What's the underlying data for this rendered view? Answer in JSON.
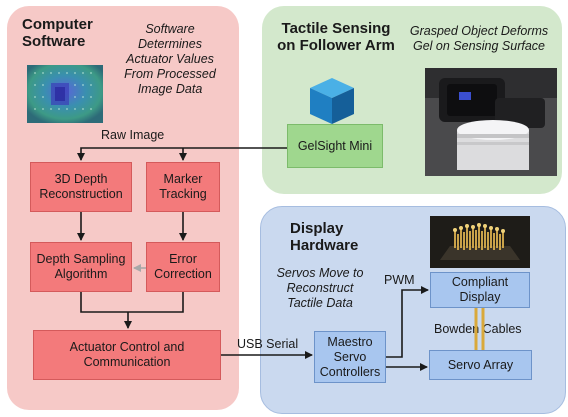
{
  "software": {
    "title_line1": "Computer",
    "title_line2": "Software",
    "note_line1": "Software",
    "note_line2": "Determines",
    "note_line3": "Actuator Values",
    "note_line4": "From Processed",
    "note_line5": "Image Data",
    "raw_image_label": "Raw Image",
    "depth_recon_line1": "3D Depth",
    "depth_recon_line2": "Reconstruction",
    "marker_line1": "Marker",
    "marker_line2": "Tracking",
    "sampling_line1": "Depth Sampling",
    "sampling_line2": "Algorithm",
    "error_line1": "Error",
    "error_line2": "Correction",
    "actuator_line1": "Actuator Control and",
    "actuator_line2": "Communication"
  },
  "tactile": {
    "title_line1": "Tactile Sensing",
    "title_line2": "on Follower Arm",
    "note_line1": "Grasped Object Deforms",
    "note_line2": "Gel on Sensing Surface",
    "gelsight_label": "GelSight Mini"
  },
  "display": {
    "title_line1": "Display",
    "title_line2": "Hardware",
    "note_line1": "Servos Move to",
    "note_line2": "Reconstruct",
    "note_line3": "Tactile Data",
    "pwm_label": "PWM",
    "compliant_line1": "Compliant",
    "compliant_line2": "Display",
    "bowden_label": "Bowden Cables",
    "servo_array_label": "Servo Array",
    "maestro_line1": "Maestro",
    "maestro_line2": "Servo",
    "maestro_line3": "Controllers"
  },
  "usb_label": "USB Serial",
  "colors": {
    "software_panel": "#f6c9c7",
    "tactile_panel": "#d3e8cc",
    "display_panel": "#cad9ef",
    "software_box": "#f37a7b",
    "tactile_box": "#9fd78e",
    "display_box": "#a8c6ef",
    "bowden_cable": "#d9a93b"
  },
  "icons": [
    "depth-map-image",
    "gelsight-cube-icon",
    "gripper-photo",
    "pin-array-photo",
    "feedback-arrow-icon"
  ]
}
